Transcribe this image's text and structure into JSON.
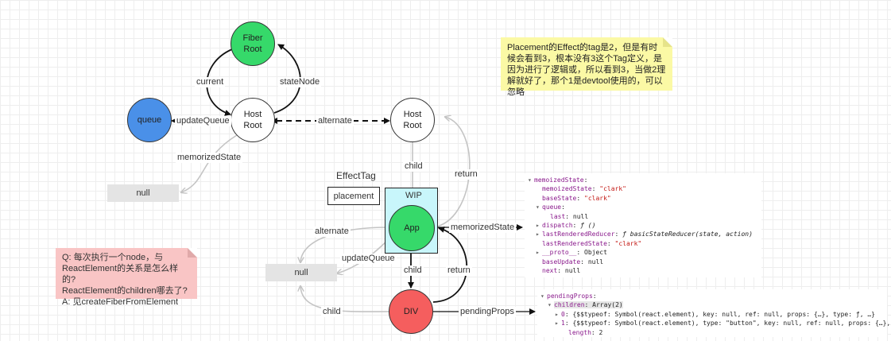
{
  "nodes": {
    "fiber_root": "Fiber\nRoot",
    "host_root_left": "Host\nRoot",
    "host_root_right": "Host\nRoot",
    "queue": "queue",
    "app": "App",
    "div": "DIV"
  },
  "edges": {
    "current": "current",
    "state_node": "stateNode",
    "update_queue_top": "updateQueue",
    "alternate_top": "alternate",
    "memorized_state_top": "memorizedState",
    "child_top": "child",
    "return_top": "return",
    "alternate_mid": "alternate",
    "update_queue_mid": "updateQueue",
    "memorized_state_mid": "memorizedState",
    "child_mid": "child",
    "return_mid": "return",
    "child_bottom": "child",
    "pending_props": "pendingProps"
  },
  "boxes": {
    "null_top": "null",
    "null_mid": "null",
    "placement": "placement",
    "effect_tag": "EffectTag",
    "wip": "WIP"
  },
  "notes": {
    "yellow": "Placement的Effect的tag是2，但是有时候会看到3，根本没有3这个Tag定义，是因为进行了逻辑或，所以看到3，当做2理解就好了，那个1是devtool使用的，可以忽略",
    "pink_lines": [
      "Q: 每次执行一个node，与",
      "ReactElement的关系是怎么样的?",
      "ReactElement的children哪去了?",
      "A: 见createFiberFromElement"
    ]
  },
  "code_state": [
    {
      "indent": 0,
      "arrow": "▾",
      "key": "memoizedState",
      "val": "",
      "kind": "plain"
    },
    {
      "indent": 1,
      "arrow": "",
      "key": "memoizedState",
      "val": "\"clark\"",
      "kind": "string"
    },
    {
      "indent": 1,
      "arrow": "",
      "key": "baseState",
      "val": "\"clark\"",
      "kind": "string"
    },
    {
      "indent": 1,
      "arrow": "▾",
      "key": "queue",
      "val": "",
      "kind": "plain"
    },
    {
      "indent": 2,
      "arrow": "",
      "key": "last",
      "val": "null",
      "kind": "plain"
    },
    {
      "indent": 1,
      "arrow": "▸",
      "key": "dispatch",
      "val": "ƒ ()",
      "kind": "fn"
    },
    {
      "indent": 1,
      "arrow": "▸",
      "key": "lastRenderedReducer",
      "val": "ƒ basicStateReducer(state, action)",
      "kind": "fn"
    },
    {
      "indent": 1,
      "arrow": "",
      "key": "lastRenderedState",
      "val": "\"clark\"",
      "kind": "string"
    },
    {
      "indent": 1,
      "arrow": "▸",
      "key": "__proto__",
      "val": "Object",
      "kind": "plain"
    },
    {
      "indent": 1,
      "arrow": "",
      "key": "baseUpdate",
      "val": "null",
      "kind": "plain"
    },
    {
      "indent": 1,
      "arrow": "",
      "key": "next",
      "val": "null",
      "kind": "plain"
    }
  ],
  "code_props": [
    {
      "indent": 0,
      "arrow": "▾",
      "key": "pendingProps",
      "val": "",
      "kind": "plain",
      "hl": false
    },
    {
      "indent": 1,
      "arrow": "▾",
      "key": "children",
      "val": "Array(2)",
      "kind": "plain",
      "hl": true
    },
    {
      "indent": 2,
      "arrow": "▸",
      "key": "0",
      "val": "{$$typeof: Symbol(react.element), key: null, ref: null, props: {…}, type: ƒ, …}",
      "kind": "plain",
      "hl": false
    },
    {
      "indent": 2,
      "arrow": "▸",
      "key": "1",
      "val": "{$$typeof: Symbol(react.element), type: \"button\", key: null, ref: null, props: {…}, …}",
      "kind": "plain",
      "hl": false
    },
    {
      "indent": 3,
      "arrow": "",
      "key": "length",
      "val": "2",
      "kind": "plain",
      "hl": false
    }
  ],
  "colors": {
    "fiber_root": "#36d96a",
    "queue": "#4a90e8",
    "app": "#36d96a",
    "div": "#f55e5e",
    "wip_box": "#c8f6fb",
    "null_box": "#e4e4e4",
    "note_yellow": "#fbf9a5",
    "note_pink": "#f9c5c5"
  }
}
